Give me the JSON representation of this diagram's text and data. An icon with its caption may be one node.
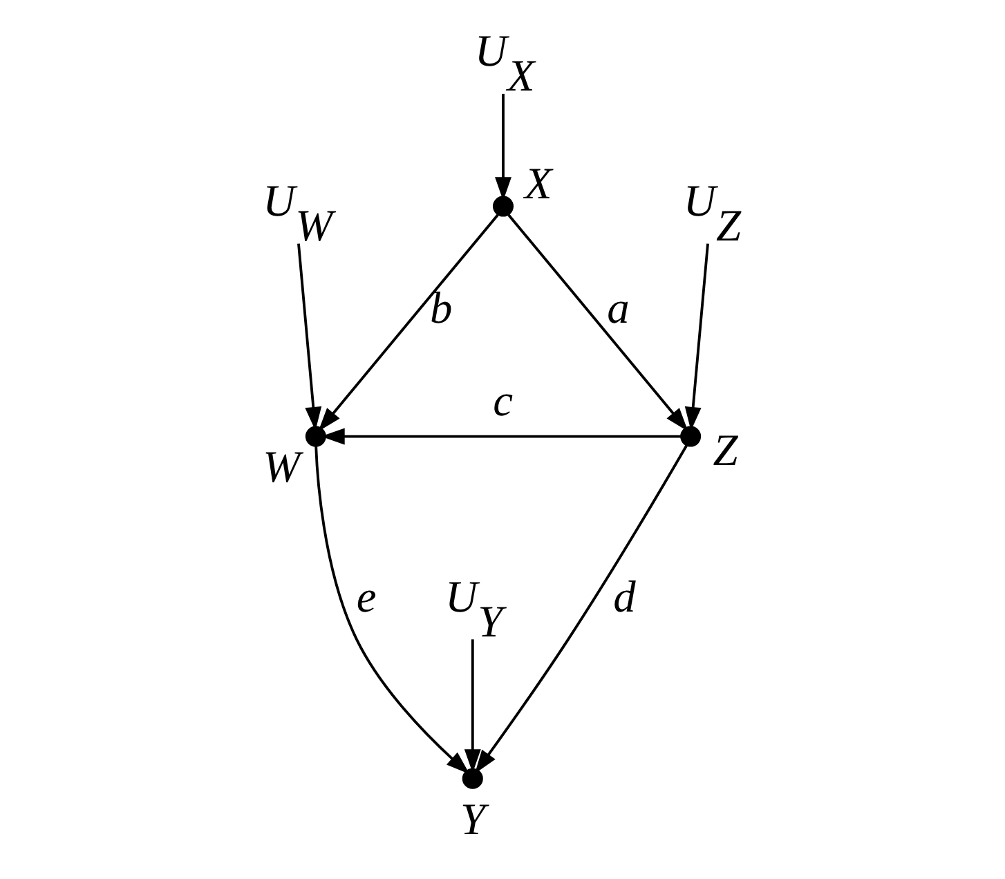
{
  "diagram": {
    "nodes": [
      {
        "text": [
          "U$_{X}$"
        ]
      },
      {
        "text": [],
        "shape": "circle",
        "beside": [
          "X"
        ]
      },
      {
        "text": [
          "U$_{W}$"
        ]
      },
      {
        "text": [
          "U$_{Z}$"
        ]
      },
      {
        "text": [],
        "shape": "circle",
        "beside": [
          "W"
        ]
      },
      {
        "text": [],
        "shape": "circle",
        "beside": [
          "Z"
        ]
      },
      {
        "text": [
          "U$_{Y}$"
        ]
      },
      {
        "text": [],
        "shape": "circle",
        "beside": [
          "Y"
        ]
      }
    ],
    "edges": [
      {
        "from": 0,
        "to": 1,
        "arrow": "to"
      },
      {
        "from": 1,
        "to": 4,
        "label": "b",
        "arrow": "to"
      },
      {
        "from": 1,
        "to": 5,
        "label": "a",
        "arrow": "to"
      },
      {
        "from": 2,
        "to": 4,
        "arrow": "to"
      },
      {
        "from": 3,
        "to": 5,
        "arrow": "to"
      },
      {
        "from": 5,
        "to": 4,
        "label": "c",
        "arrow": "to"
      },
      {
        "from": 4,
        "to": 7,
        "label": "e",
        "arrow": "to"
      },
      {
        "from": 6,
        "to": 7,
        "arrow": "to"
      },
      {
        "from": 5,
        "to": 7,
        "label": "d",
        "arrow": "to"
      }
    ]
  }
}
